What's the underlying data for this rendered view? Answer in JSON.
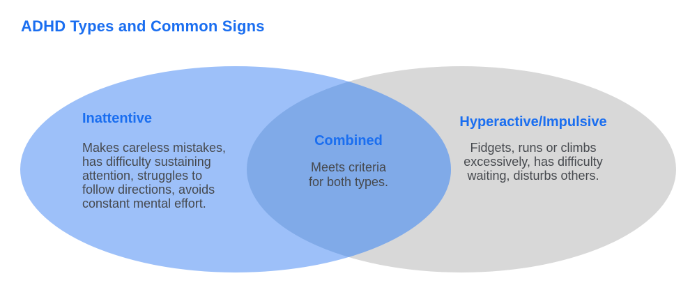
{
  "title": "ADHD Types and Common Signs",
  "colors": {
    "accent_blue": "#1a6ef0",
    "body_text": "#46494e",
    "left_ellipse_fill": "#9dc0f9",
    "overlap_fill": "#80aae8",
    "right_ellipse_fill": "#d8d8d8",
    "background": "#ffffff"
  },
  "venn": {
    "left": {
      "heading": "Inattentive",
      "body_lines": [
        "Makes careless mistakes,",
        "has difficulty sustaining",
        "attention, struggles to",
        "follow directions, avoids",
        "constant mental effort."
      ]
    },
    "center": {
      "heading": "Combined",
      "body_lines": [
        "Meets criteria",
        "for both types."
      ]
    },
    "right": {
      "heading": "Hyperactive/Impulsive",
      "body_lines": [
        "Fidgets, runs or climbs",
        "excessively, has difficulty",
        "waiting, disturbs others."
      ]
    }
  }
}
